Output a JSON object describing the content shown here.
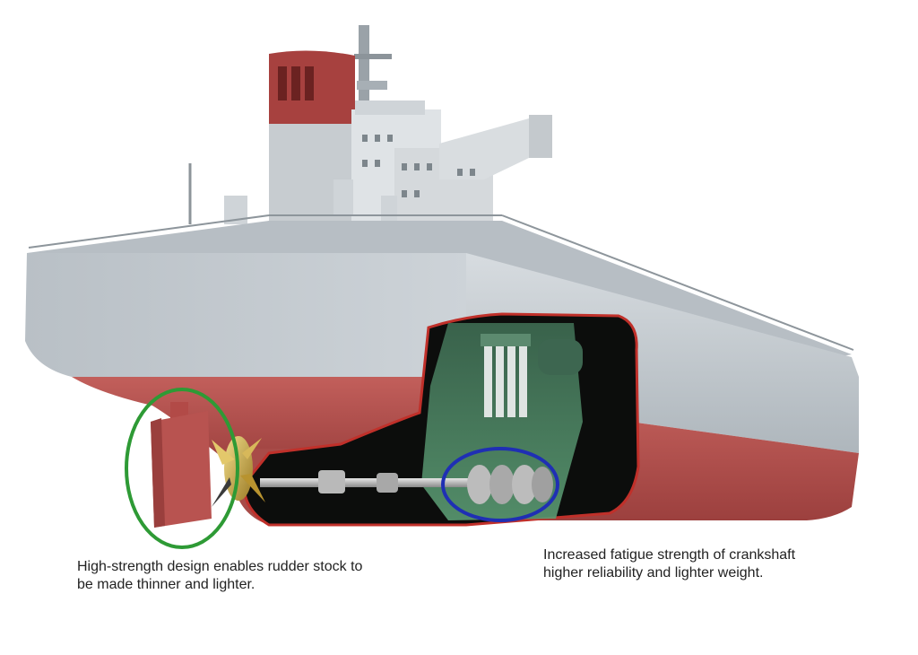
{
  "captions": {
    "rudder": {
      "line1": "High-strength design enables rudder stock to",
      "line2": "be made thinner and lighter."
    },
    "crankshaft": {
      "line1": "Increased fatigue strength of crankshaft",
      "line2": "higher reliability and lighter weight."
    }
  },
  "colors": {
    "hull_red": "#b4524f",
    "hull_gray": "#c3c9ce",
    "rudder_highlight": "#2e9a35",
    "crankshaft_highlight": "#1f2fb4",
    "propeller": "#c8a64a"
  }
}
